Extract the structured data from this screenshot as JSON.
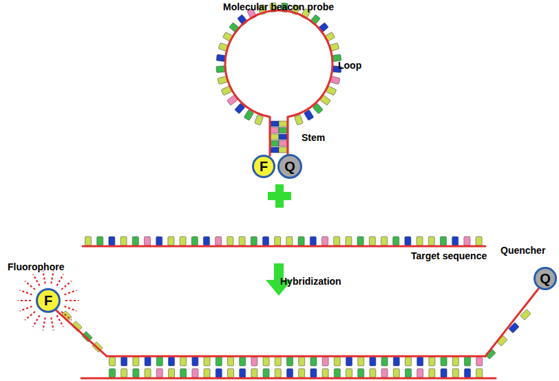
{
  "diagram": {
    "title": "Molecular beacon probe",
    "nodes": [
      {
        "text": [
          "F"
        ]
      },
      {
        "text": [
          "Q"
        ]
      },
      {
        "text": [
          "F"
        ]
      },
      {
        "text": [
          "Q"
        ]
      }
    ],
    "labels": [
      "Loop",
      "Stem",
      "Target sequence",
      "Fluorophore",
      "Hybridization",
      "Quencher"
    ]
  }
}
